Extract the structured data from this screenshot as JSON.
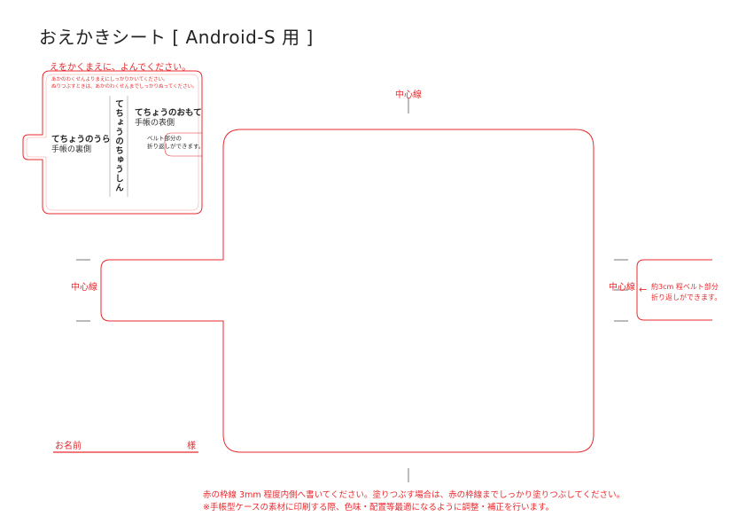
{
  "title": "おえかきシート [ Android-S 用 ]",
  "instruction_top": "えをかくまえに、よんでください。",
  "mini_notes": [
    "あかのわくせんよりまえにしっかりかいてください。",
    "ぬりつぶすときは、あかのわくせんまでしっかりぬってください。"
  ],
  "back_label": "てちょうのうら",
  "back_sub": "手帳の裏側",
  "spine_label": "てちょうのちゅうしん",
  "front_label": "てちょうのおもて",
  "front_sub": "手帳の表側",
  "belt_small": [
    "ベルト部分の",
    "折り返しができます。"
  ],
  "center_label_top": "中心線",
  "center_label_left": "中心線",
  "center_label_right": "中心線",
  "arrow": "←",
  "side_note": [
    "約3cm 程ベルト部分",
    "折り返しができます。"
  ],
  "name_label": "お名前",
  "honorific": "様",
  "footer_lines": [
    "赤の枠線 3mm 程度内側へ書いてください。塗りつぶす場合は、赤の枠線までしっかり塗りつぶしてください。",
    "※手帳型ケースの素材に印刷する際、色味・配置等最適になるように調整・補正を行います。"
  ],
  "colors": {
    "accent": "#e8292e",
    "guide": "#777777",
    "text": "#222222"
  }
}
